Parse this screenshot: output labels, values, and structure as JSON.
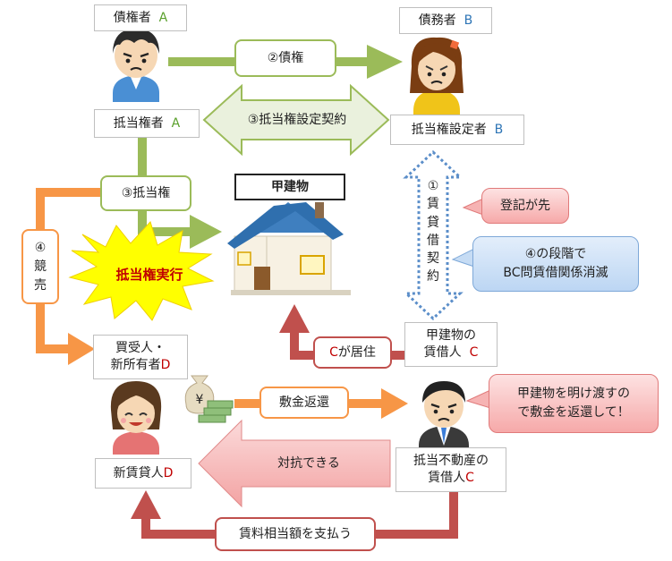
{
  "creditor": {
    "role": "債権者",
    "letter": "A"
  },
  "debtor": {
    "role": "債務者",
    "letter": "B"
  },
  "mortgagee": {
    "role": "抵当権者",
    "letter": "A"
  },
  "mortgagor": {
    "role": "抵当権設定者",
    "letter": "B"
  },
  "arrows": {
    "claim": "②債権",
    "mortgage_contract": "③抵当権設定契約",
    "mortgage_right": "③抵当権",
    "auction": [
      "④",
      "競",
      "売"
    ],
    "lease": [
      "①",
      "賃",
      "貸",
      "借",
      "契",
      "約"
    ],
    "resides_prefix": "C",
    "resides_suffix": "が居住",
    "deposit_return": "敷金返還",
    "can_oppose": "対抗できる",
    "rent_payment": "賃料相当額を支払う"
  },
  "building": {
    "label": "甲建物"
  },
  "execution": {
    "label": "抵当権実行"
  },
  "notes": {
    "registration_first": "登記が先",
    "lease_ended": [
      "④の段階で",
      "BC問賃借関係消滅"
    ],
    "hand_over": [
      "甲建物を明け渡すの",
      "で敷金を返還して！"
    ]
  },
  "buyer": {
    "line1": "買受人・",
    "line2": "新所有者",
    "letter": "D"
  },
  "tenant": {
    "line1": "甲建物の",
    "line2": "賃借人",
    "letter": "C"
  },
  "new_lessor": {
    "role": "新賃貸人",
    "letter": "D"
  },
  "mortgaged_tenant": {
    "line1": "抵当不動産の",
    "line2": "賃借人",
    "letter": "C"
  },
  "colors": {
    "green": "#9bbb59",
    "orange": "#f79646",
    "red": "#c0504d",
    "dotted_blue": "#5b8ec9",
    "star": "#ffff00"
  },
  "icons": [
    "man-icon",
    "woman-icon",
    "house-icon",
    "money-bag-icon",
    "businessman-icon",
    "smiling-woman-icon"
  ]
}
